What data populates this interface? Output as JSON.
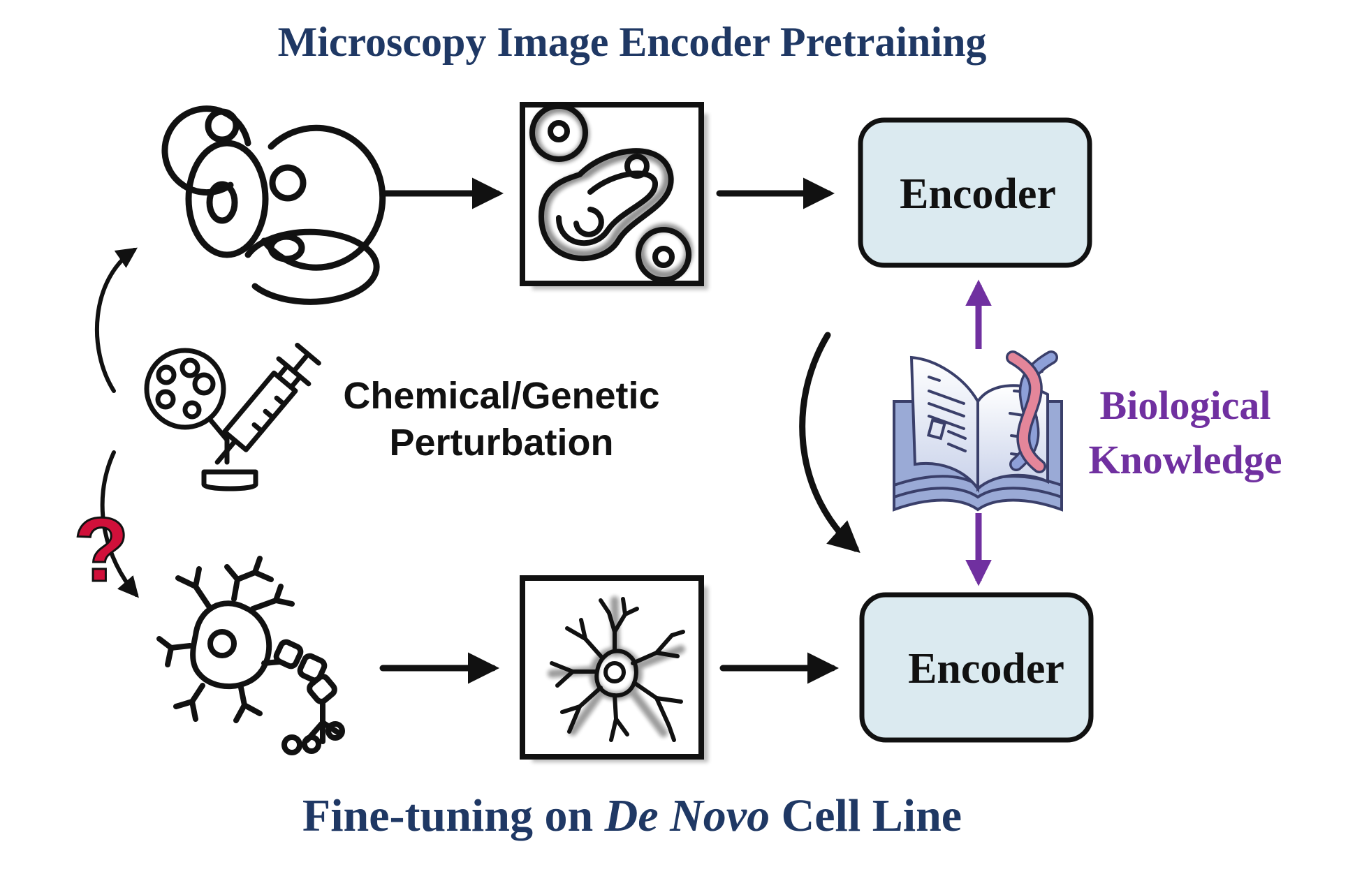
{
  "title_top": "Microscopy Image Encoder Pretraining",
  "title_bottom": {
    "part1": "Fine-tuning on ",
    "italic": "De Novo",
    "part2": " Cell Line"
  },
  "perturbation": {
    "line1": "Chemical/Genetic",
    "line2": "Perturbation"
  },
  "encoder_top": "Encoder",
  "encoder_bottom": "Encoder",
  "knowledge": {
    "line1": "Biological",
    "line2": "Knowledge"
  },
  "question_mark": "?",
  "colors": {
    "title": "#1f3864",
    "encoder_fill": "#dbeaf0",
    "knowledge": "#7030a0",
    "question": "#d0103a",
    "arrow": "#111111"
  },
  "icons": [
    "cells-cluster-icon",
    "microscopy-image-icon",
    "petri-dish-icon",
    "syringe-icon",
    "question-icon",
    "neuron-icon",
    "neuron-image-icon",
    "book-icon",
    "dna-icon"
  ]
}
